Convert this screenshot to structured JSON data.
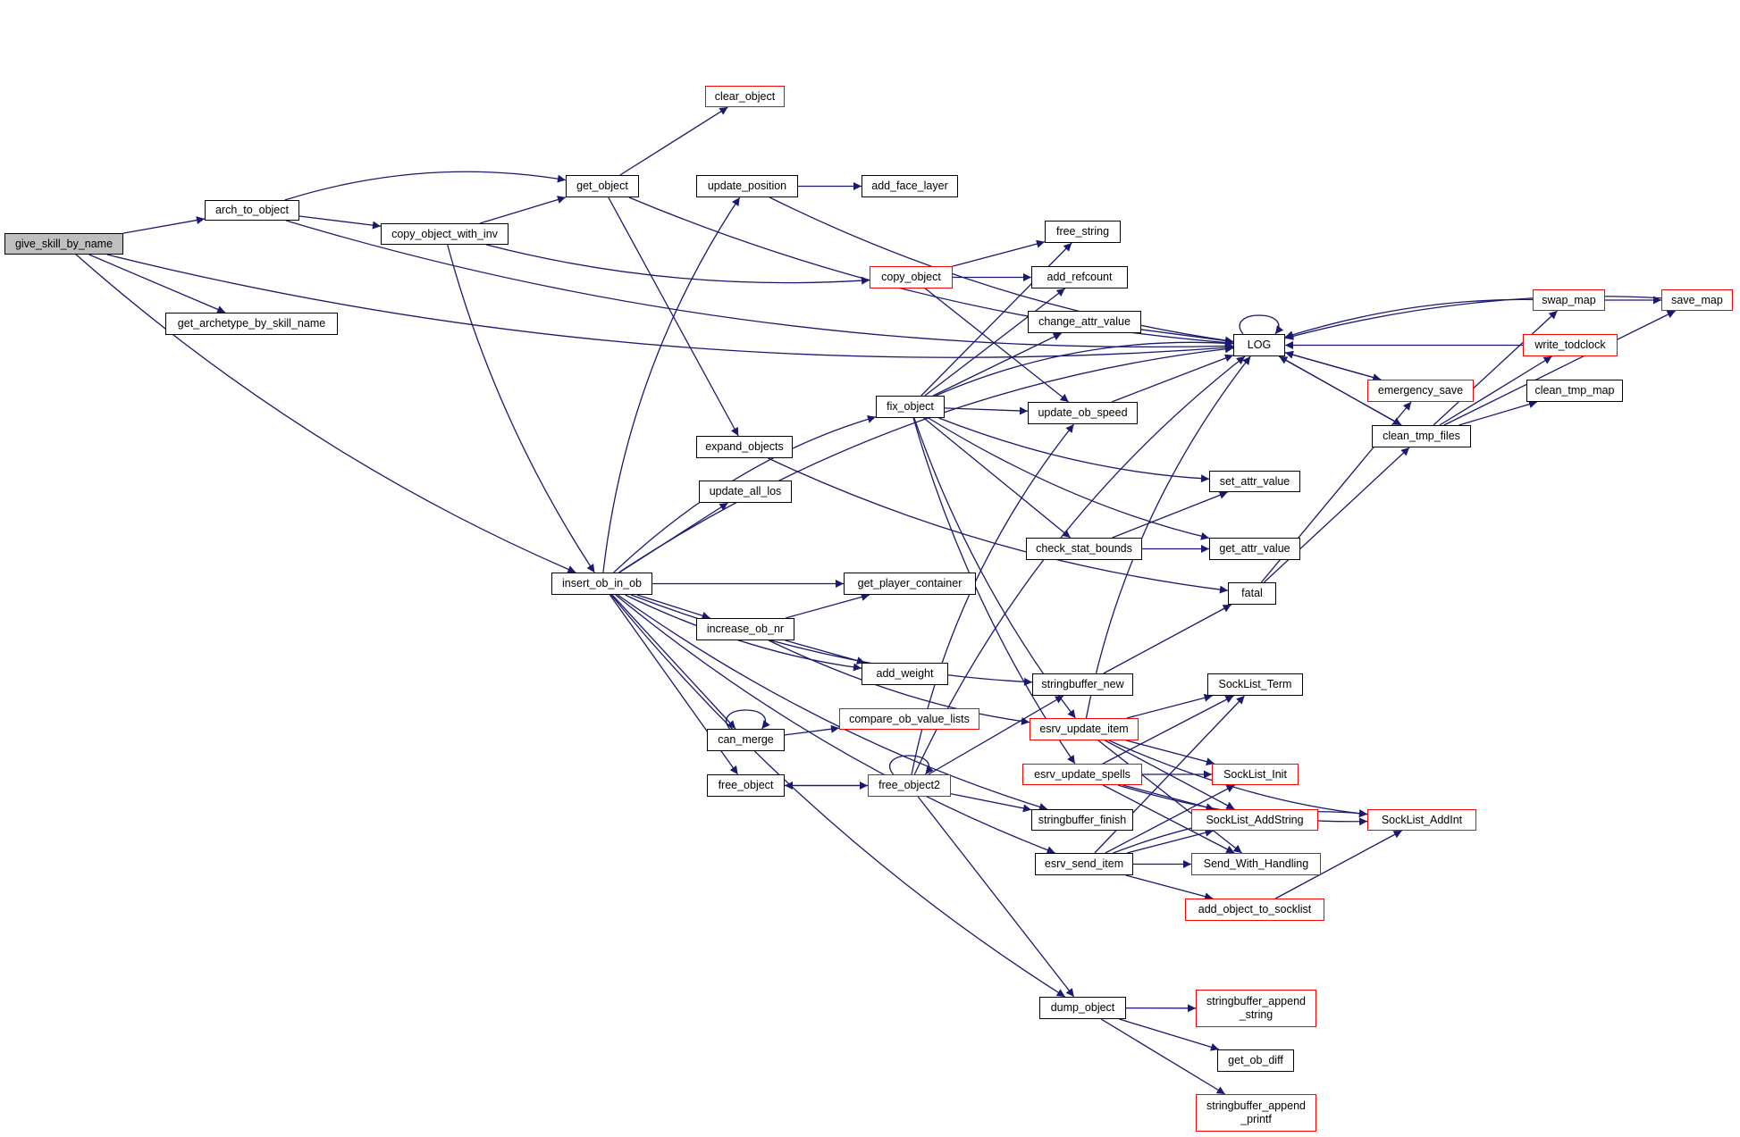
{
  "diagram": {
    "type": "call-graph",
    "root": "give_skill_by_name",
    "colors": {
      "edge": "#191970",
      "node_border": "#000000",
      "external_border": "#ff0000",
      "root_fill": "#bfbfbf"
    },
    "nodes": [
      {
        "id": "give_skill_by_name",
        "label": "give_skill_by_name",
        "kind": "root"
      },
      {
        "id": "arch_to_object",
        "label": "arch_to_object",
        "kind": "normal"
      },
      {
        "id": "get_archetype_by_skill_name",
        "label": "get_archetype_by_skill_name",
        "kind": "normal"
      },
      {
        "id": "copy_object_with_inv",
        "label": "copy_object_with_inv",
        "kind": "normal"
      },
      {
        "id": "get_object",
        "label": "get_object",
        "kind": "normal"
      },
      {
        "id": "clear_object",
        "label": "clear_object",
        "kind": "external"
      },
      {
        "id": "update_position",
        "label": "update_position",
        "kind": "normal"
      },
      {
        "id": "add_face_layer",
        "label": "add_face_layer",
        "kind": "normal"
      },
      {
        "id": "copy_object",
        "label": "copy_object",
        "kind": "external"
      },
      {
        "id": "free_string",
        "label": "free_string",
        "kind": "normal"
      },
      {
        "id": "add_refcount",
        "label": "add_refcount",
        "kind": "normal"
      },
      {
        "id": "change_attr_value",
        "label": "change_attr_value",
        "kind": "normal"
      },
      {
        "id": "LOG",
        "label": "LOG",
        "kind": "normal"
      },
      {
        "id": "fix_object",
        "label": "fix_object",
        "kind": "normal"
      },
      {
        "id": "update_ob_speed",
        "label": "update_ob_speed",
        "kind": "normal"
      },
      {
        "id": "expand_objects",
        "label": "expand_objects",
        "kind": "normal"
      },
      {
        "id": "update_all_los",
        "label": "update_all_los",
        "kind": "normal"
      },
      {
        "id": "set_attr_value",
        "label": "set_attr_value",
        "kind": "normal"
      },
      {
        "id": "check_stat_bounds",
        "label": "check_stat_bounds",
        "kind": "normal"
      },
      {
        "id": "get_attr_value",
        "label": "get_attr_value",
        "kind": "normal"
      },
      {
        "id": "fatal",
        "label": "fatal",
        "kind": "normal"
      },
      {
        "id": "insert_ob_in_ob",
        "label": "insert_ob_in_ob",
        "kind": "normal"
      },
      {
        "id": "get_player_container",
        "label": "get_player_container",
        "kind": "normal"
      },
      {
        "id": "increase_ob_nr",
        "label": "increase_ob_nr",
        "kind": "normal"
      },
      {
        "id": "add_weight",
        "label": "add_weight",
        "kind": "normal"
      },
      {
        "id": "can_merge",
        "label": "can_merge",
        "kind": "normal"
      },
      {
        "id": "compare_ob_value_lists",
        "label": "compare_ob_value_lists",
        "kind": "external"
      },
      {
        "id": "free_object",
        "label": "free_object",
        "kind": "normal"
      },
      {
        "id": "free_object2",
        "label": "free_object2",
        "kind": "external"
      },
      {
        "id": "stringbuffer_new",
        "label": "stringbuffer_new",
        "kind": "normal"
      },
      {
        "id": "esrv_update_item",
        "label": "esrv_update_item",
        "kind": "external"
      },
      {
        "id": "esrv_update_spells",
        "label": "esrv_update_spells",
        "kind": "external"
      },
      {
        "id": "stringbuffer_finish",
        "label": "stringbuffer_finish",
        "kind": "normal"
      },
      {
        "id": "esrv_send_item",
        "label": "esrv_send_item",
        "kind": "normal"
      },
      {
        "id": "SockList_Term",
        "label": "SockList_Term",
        "kind": "normal"
      },
      {
        "id": "SockList_Init",
        "label": "SockList_Init",
        "kind": "external"
      },
      {
        "id": "SockList_AddString",
        "label": "SockList_AddString",
        "kind": "external"
      },
      {
        "id": "Send_With_Handling",
        "label": "Send_With_Handling",
        "kind": "external"
      },
      {
        "id": "add_object_to_socklist",
        "label": "add_object_to_socklist",
        "kind": "external"
      },
      {
        "id": "SockList_AddInt",
        "label": "SockList_AddInt",
        "kind": "external"
      },
      {
        "id": "dump_object",
        "label": "dump_object",
        "kind": "normal"
      },
      {
        "id": "stringbuffer_append_string",
        "label": "stringbuffer_append\n_string",
        "kind": "external"
      },
      {
        "id": "get_ob_diff",
        "label": "get_ob_diff",
        "kind": "normal"
      },
      {
        "id": "stringbuffer_append_printf",
        "label": "stringbuffer_append\n_printf",
        "kind": "external"
      },
      {
        "id": "emergency_save",
        "label": "emergency_save",
        "kind": "external"
      },
      {
        "id": "clean_tmp_files",
        "label": "clean_tmp_files",
        "kind": "normal"
      },
      {
        "id": "swap_map",
        "label": "swap_map",
        "kind": "external"
      },
      {
        "id": "write_todclock",
        "label": "write_todclock",
        "kind": "external"
      },
      {
        "id": "clean_tmp_map",
        "label": "clean_tmp_map",
        "kind": "normal"
      },
      {
        "id": "save_map",
        "label": "save_map",
        "kind": "external"
      }
    ],
    "edges": [
      [
        "give_skill_by_name",
        "arch_to_object"
      ],
      [
        "give_skill_by_name",
        "get_archetype_by_skill_name"
      ],
      [
        "give_skill_by_name",
        "insert_ob_in_ob"
      ],
      [
        "give_skill_by_name",
        "LOG"
      ],
      [
        "arch_to_object",
        "get_object"
      ],
      [
        "arch_to_object",
        "copy_object_with_inv"
      ],
      [
        "arch_to_object",
        "LOG"
      ],
      [
        "copy_object_with_inv",
        "get_object"
      ],
      [
        "copy_object_with_inv",
        "copy_object"
      ],
      [
        "copy_object_with_inv",
        "insert_ob_in_ob"
      ],
      [
        "get_object",
        "clear_object"
      ],
      [
        "get_object",
        "expand_objects"
      ],
      [
        "get_object",
        "LOG"
      ],
      [
        "update_position",
        "add_face_layer"
      ],
      [
        "update_position",
        "LOG"
      ],
      [
        "copy_object",
        "free_string"
      ],
      [
        "copy_object",
        "add_refcount"
      ],
      [
        "copy_object",
        "update_ob_speed"
      ],
      [
        "fix_object",
        "free_string"
      ],
      [
        "fix_object",
        "add_refcount"
      ],
      [
        "fix_object",
        "change_attr_value"
      ],
      [
        "fix_object",
        "LOG"
      ],
      [
        "fix_object",
        "update_ob_speed"
      ],
      [
        "fix_object",
        "set_attr_value"
      ],
      [
        "fix_object",
        "check_stat_bounds"
      ],
      [
        "fix_object",
        "get_attr_value"
      ],
      [
        "fix_object",
        "esrv_update_spells"
      ],
      [
        "fix_object",
        "esrv_update_item"
      ],
      [
        "change_attr_value",
        "LOG"
      ],
      [
        "update_ob_speed",
        "LOG"
      ],
      [
        "expand_objects",
        "fatal"
      ],
      [
        "check_stat_bounds",
        "set_attr_value"
      ],
      [
        "check_stat_bounds",
        "get_attr_value"
      ],
      [
        "fatal",
        "emergency_save"
      ],
      [
        "fatal",
        "clean_tmp_files"
      ],
      [
        "insert_ob_in_ob",
        "update_position"
      ],
      [
        "insert_ob_in_ob",
        "LOG"
      ],
      [
        "insert_ob_in_ob",
        "fix_object"
      ],
      [
        "insert_ob_in_ob",
        "update_all_los"
      ],
      [
        "insert_ob_in_ob",
        "get_player_container"
      ],
      [
        "insert_ob_in_ob",
        "increase_ob_nr"
      ],
      [
        "insert_ob_in_ob",
        "add_weight"
      ],
      [
        "insert_ob_in_ob",
        "can_merge"
      ],
      [
        "insert_ob_in_ob",
        "free_object"
      ],
      [
        "insert_ob_in_ob",
        "stringbuffer_new"
      ],
      [
        "insert_ob_in_ob",
        "stringbuffer_finish"
      ],
      [
        "insert_ob_in_ob",
        "esrv_send_item"
      ],
      [
        "insert_ob_in_ob",
        "dump_object"
      ],
      [
        "increase_ob_nr",
        "get_player_container"
      ],
      [
        "increase_ob_nr",
        "add_weight"
      ],
      [
        "increase_ob_nr",
        "esrv_update_item"
      ],
      [
        "can_merge",
        "can_merge"
      ],
      [
        "can_merge",
        "compare_ob_value_lists"
      ],
      [
        "free_object",
        "free_object2"
      ],
      [
        "free_object2",
        "free_object"
      ],
      [
        "free_object2",
        "free_object2"
      ],
      [
        "free_object2",
        "LOG"
      ],
      [
        "free_object2",
        "update_ob_speed"
      ],
      [
        "free_object2",
        "stringbuffer_new"
      ],
      [
        "free_object2",
        "stringbuffer_finish"
      ],
      [
        "free_object2",
        "dump_object"
      ],
      [
        "stringbuffer_new",
        "fatal"
      ],
      [
        "esrv_update_item",
        "LOG"
      ],
      [
        "esrv_update_item",
        "SockList_Term"
      ],
      [
        "esrv_update_item",
        "SockList_Init"
      ],
      [
        "esrv_update_item",
        "SockList_AddString"
      ],
      [
        "esrv_update_item",
        "Send_With_Handling"
      ],
      [
        "esrv_update_item",
        "SockList_AddInt"
      ],
      [
        "esrv_update_spells",
        "SockList_Term"
      ],
      [
        "esrv_update_spells",
        "SockList_Init"
      ],
      [
        "esrv_update_spells",
        "SockList_AddString"
      ],
      [
        "esrv_update_spells",
        "Send_With_Handling"
      ],
      [
        "esrv_update_spells",
        "SockList_AddInt"
      ],
      [
        "esrv_send_item",
        "SockList_Term"
      ],
      [
        "esrv_send_item",
        "SockList_Init"
      ],
      [
        "esrv_send_item",
        "SockList_AddString"
      ],
      [
        "esrv_send_item",
        "Send_With_Handling"
      ],
      [
        "esrv_send_item",
        "add_object_to_socklist"
      ],
      [
        "esrv_send_item",
        "SockList_AddInt"
      ],
      [
        "add_object_to_socklist",
        "SockList_AddInt"
      ],
      [
        "dump_object",
        "stringbuffer_append_string"
      ],
      [
        "dump_object",
        "get_ob_diff"
      ],
      [
        "dump_object",
        "stringbuffer_append_printf"
      ],
      [
        "LOG",
        "LOG"
      ],
      [
        "LOG",
        "emergency_save"
      ],
      [
        "LOG",
        "clean_tmp_files"
      ],
      [
        "emergency_save",
        "LOG"
      ],
      [
        "clean_tmp_files",
        "LOG"
      ],
      [
        "clean_tmp_files",
        "swap_map"
      ],
      [
        "clean_tmp_files",
        "write_todclock"
      ],
      [
        "clean_tmp_files",
        "clean_tmp_map"
      ],
      [
        "clean_tmp_files",
        "save_map"
      ],
      [
        "swap_map",
        "LOG"
      ],
      [
        "swap_map",
        "save_map"
      ],
      [
        "write_todclock",
        "LOG"
      ],
      [
        "save_map",
        "LOG"
      ]
    ]
  }
}
